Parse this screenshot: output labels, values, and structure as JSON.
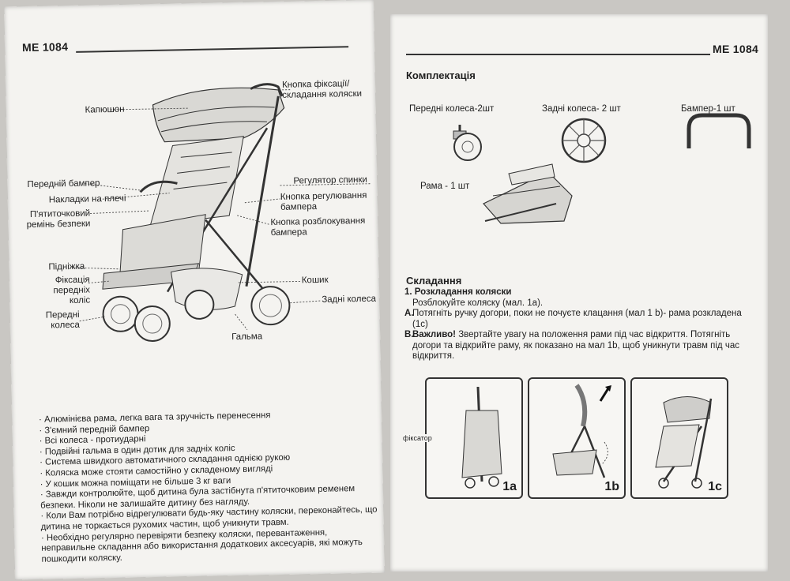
{
  "left_page": {
    "model": "ME 1084",
    "callouts_left": [
      "Капюшон",
      "Передній бампер",
      "Накладки на плечі",
      "П'ятиточковий ремінь безпеки",
      "Підніжка",
      "Фіксація передніх коліс",
      "Передні колеса"
    ],
    "callouts_right": [
      "Кнопка фіксації/ складання коляски",
      "Регулятор спинки",
      "Кнопка регулювання бампера",
      "Кнопка розблокування бампера",
      "Кошик",
      "Задні колеса",
      "Гальма"
    ],
    "features": [
      "· Алюмінієва рама, легка вага та зручність перенесення",
      "· З'ємний передній бампер",
      "· Всі колеса - протиударні",
      "· Подвійні гальма в один дотик для задніх коліс",
      "· Система швидкого автоматичного  складання однією рукою",
      "· Коляска може стояти  самостійно у складеному вигляді",
      "· У кошик можна поміщати не більше 3 кг ваги",
      "· Завжди контролюйте, щоб дитина була застібнута п'ятиточковим ременем безпеки. Ніколи не залишайте дитину без нагляду.",
      "· Коли Вам потрібно відрегулювати будь-яку частину коляски, переконайтесь, що дитина не торкається рухомих частин, щоб уникнути травм.",
      "· Необхідно регулярно перевіряти безпеку коляски, перевантаження, неправильне складання або використання додаткових аксесуарів, які можуть пошкодити коляску."
    ]
  },
  "right_page": {
    "model": "ME 1084",
    "kit_title": "Комплектація",
    "parts": {
      "front_wheels": "Передні колеса-2шт",
      "rear_wheels": "Задні колеса- 2 шт",
      "bumper": "Бампер-1 шт",
      "frame": "Рама - 1 шт"
    },
    "folding_title": "Складання",
    "step1_title": "1. Розкладання коляски",
    "step1_text": "Розблокуйте коляску (мал. 1а).",
    "stepA_label": "A.",
    "stepA_text": "Потягніть ручку догори, поки не почуєте клацання (мал 1 b)- рама розкладена (1с)",
    "stepB_label": "B.",
    "stepB_bold": "Важливо!",
    "stepB_text": "Звертайте увагу на положення рами під час відкриття.  Потягніть догори та відкрийте раму, як показано на мал 1b, щоб уникнути травм під час відкриття.",
    "lock_label": "фіксатор",
    "panels": [
      "1a",
      "1b",
      "1c"
    ]
  }
}
